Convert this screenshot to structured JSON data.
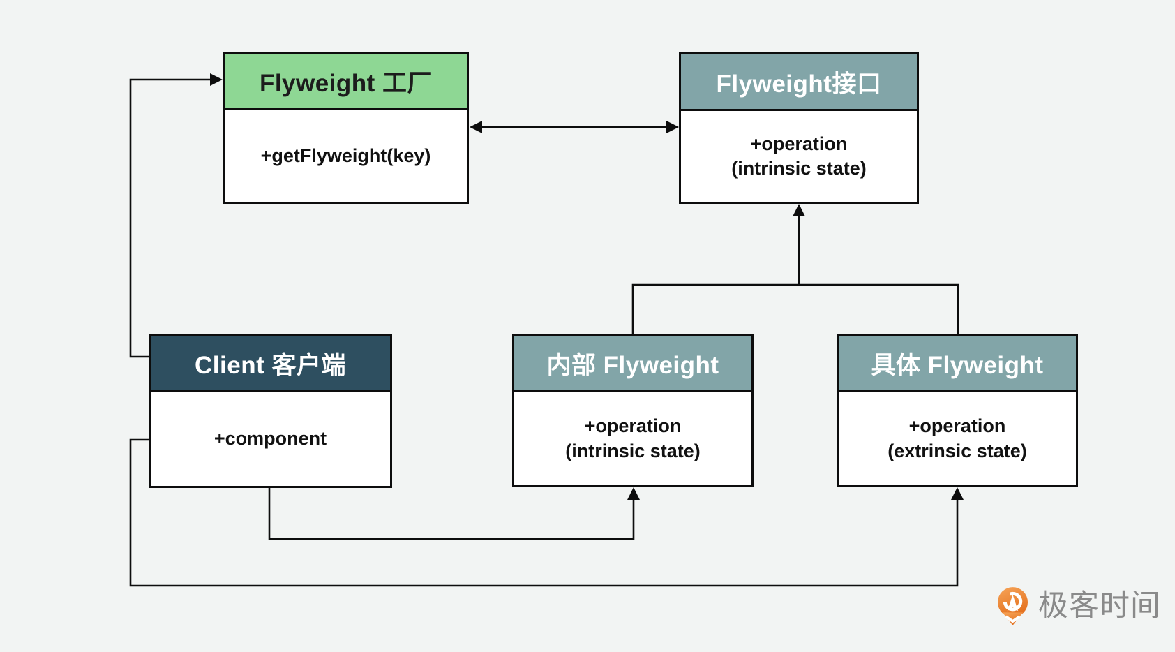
{
  "diagram": {
    "pattern_name": "Flyweight",
    "nodes": {
      "factory": {
        "title": "Flyweight 工厂",
        "line1": "+getFlyweight(key)",
        "header_color": "#8ed794",
        "title_color": "#1c1c1c"
      },
      "interface": {
        "title": "Flyweight接口",
        "line1": "+operation",
        "line2": "(intrinsic state)",
        "header_color": "#82a5a8",
        "title_color": "#ffffff"
      },
      "client": {
        "title": "Client 客户端",
        "line1": "+component",
        "header_color": "#2e4f60",
        "title_color": "#ffffff"
      },
      "intrinsic": {
        "title": "内部 Flyweight",
        "line1": "+operation",
        "line2": "(intrinsic state)",
        "header_color": "#82a5a8",
        "title_color": "#ffffff"
      },
      "concrete": {
        "title": "具体 Flyweight",
        "line1": "+operation",
        "line2": "(extrinsic state)",
        "header_color": "#82a5a8",
        "title_color": "#ffffff"
      }
    },
    "connectors": [
      {
        "id": "client-to-factory",
        "from": "client",
        "to": "factory",
        "arrow": "single-into-factory-left"
      },
      {
        "id": "factory-interface",
        "from": "factory",
        "to": "interface",
        "arrow": "double-headed-horizontal"
      },
      {
        "id": "children-to-interface",
        "from": "intrinsic,concrete",
        "to": "interface",
        "arrow": "single-up-into-interface-bottom"
      },
      {
        "id": "client-to-intrinsic",
        "from": "client",
        "to": "intrinsic",
        "arrow": "single-up-into-intrinsic-bottom"
      },
      {
        "id": "client-to-concrete",
        "from": "client",
        "to": "concrete",
        "arrow": "single-up-into-concrete-bottom"
      }
    ],
    "colors": {
      "background": "#f2f4f3",
      "factory_header": "#8ed794",
      "teal_header": "#82a5a8",
      "client_header": "#2e4f60",
      "box_body": "#ffffff",
      "line": "#0d0d0d",
      "logo_orange": "#ee7c2b",
      "logo_text_gray": "#8a8a8a"
    }
  },
  "logo": {
    "text": "极客时间",
    "icon": "geektime-logo-icon"
  }
}
